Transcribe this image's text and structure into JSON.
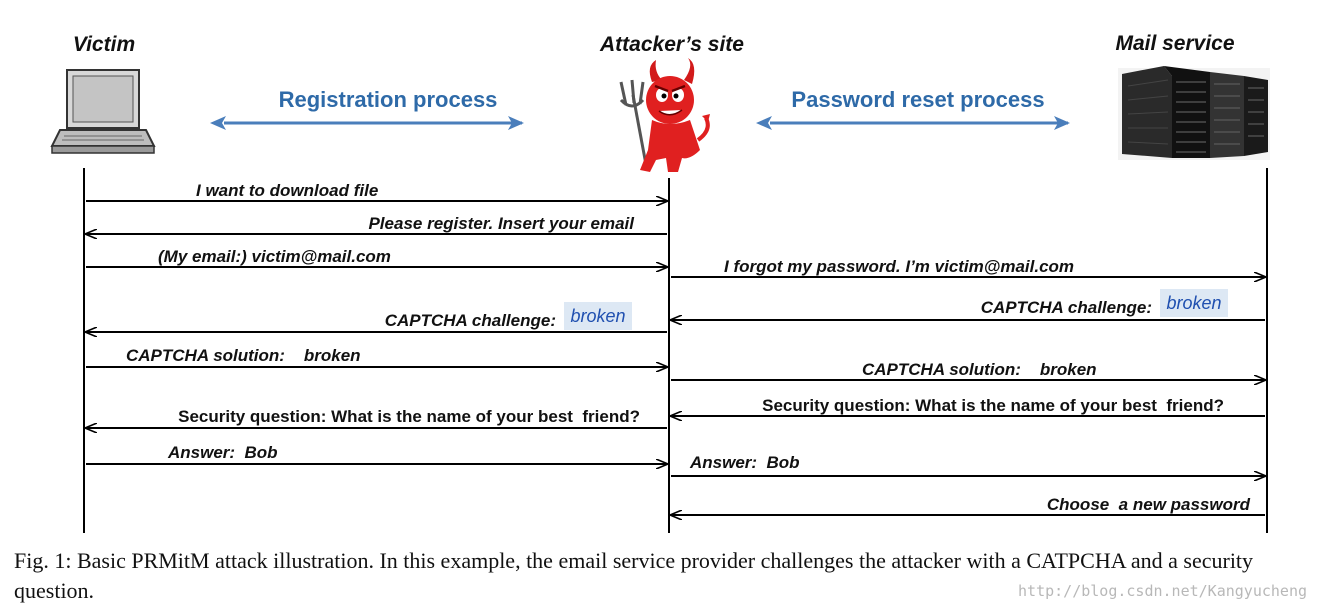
{
  "actors": {
    "victim": "Victim",
    "attacker": "Attacker’s site",
    "mail": "Mail service"
  },
  "phases": {
    "registration": "Registration process",
    "password_reset": "Password reset process"
  },
  "messages": {
    "m1": "I want to download file",
    "m2": "Please register. Insert your email",
    "m3": "(My email:) victim@mail.com",
    "m4": "I forgot my password.  I’m victim@mail.com",
    "m5": "CAPTCHA challenge:",
    "m6": "CAPTCHA challenge:",
    "m7": "CAPTCHA solution:    broken",
    "m8": "CAPTCHA solution:    broken",
    "m9": "Security question: What is the name of your best  friend?",
    "m10": "Security question: What is the name of your best  friend?",
    "m11": "Answer:  Bob",
    "m12": "Answer:  Bob",
    "m13": "Choose  a new password"
  },
  "captcha_word": "broken",
  "caption": "Fig. 1: Basic PRMitM attack illustration. In this example, the email service provider challenges the attacker with a CATPCHA and a security question.",
  "watermark": "http://blog.csdn.net/Kangyucheng",
  "colors": {
    "phase_arrow": "#4a7ebb",
    "devil": "#e02020",
    "captcha_bg": "#dde8f4",
    "captcha_text": "#2050b0"
  },
  "icons": {
    "victim": "laptop-icon",
    "attacker": "devil-icon",
    "mail": "server-rack-icon"
  }
}
